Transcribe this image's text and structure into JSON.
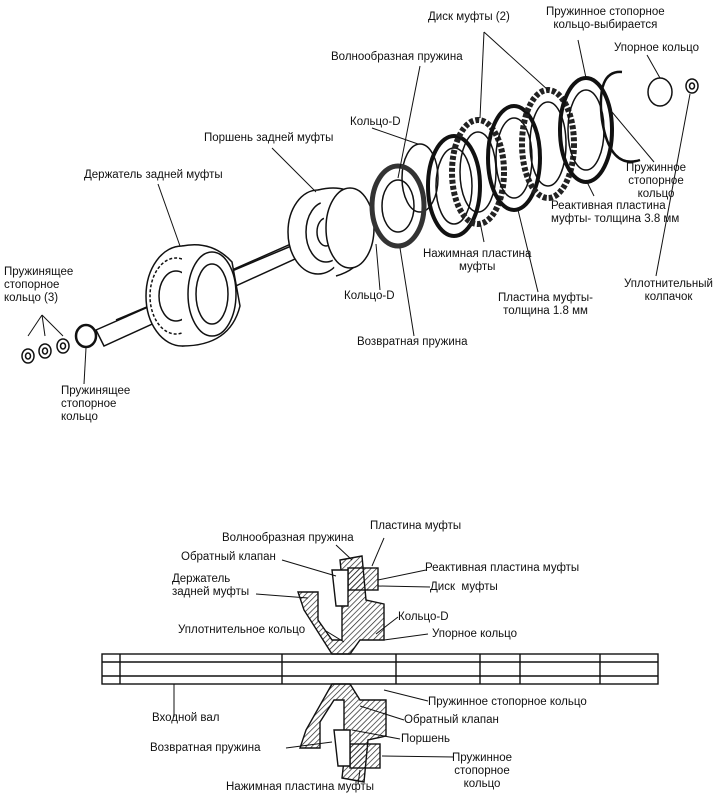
{
  "exploded_view": {
    "labels": {
      "clutch_disc": "Диск муфты (2)",
      "snap_ring_selectable": "Пружинное стопорное\nкольцо-выбирается",
      "wave_spring": "Волнообразная пружина",
      "thrust_ring": "Упорное кольцо",
      "d_ring_top": "Кольцо-D",
      "rear_clutch_piston": "Поршень задней муфты",
      "rear_clutch_retainer": "Держатель задней муфты",
      "snap_ring_right": "Пружинное\nстопорное\nкольцо",
      "reaction_plate": "Реактивная пластина\nмуфты- толщина 3.8 мм",
      "pressure_plate": "Нажимная пластина\nмуфты",
      "seal_cap": "Уплотнительный\nколпачок",
      "snap_rings_3": "Пружинящее\nстопорное\nкольцо (3)",
      "d_ring_bottom": "Кольцо-D",
      "clutch_plate_thickness": "Пластина муфты-\nтолщина 1.8 мм",
      "return_spring": "Возвратная пружина",
      "snap_ring_left": "Пружинящее\nстопорное\nкольцо"
    }
  },
  "section_view": {
    "labels": {
      "wave_spring": "Волнообразная пружина",
      "clutch_plate": "Пластина муфты",
      "check_valve_top": "Обратный клапан",
      "reaction_plate": "Реактивная пластина муфты",
      "rear_clutch_retainer": "Держатель\nзадней муфты",
      "clutch_disc": "Диск  муфты",
      "d_ring": "Кольцо-D",
      "seal_ring": "Уплотнительное кольцо",
      "thrust_ring": "Упорное кольцо",
      "snap_ring_mid": "Пружинное стопорное кольцо",
      "input_shaft": "Входной вал",
      "check_valve_bottom": "Обратный клапан",
      "piston": "Поршень",
      "return_spring": "Возвратная пружина",
      "snap_ring_bottom": "Пружинное\nстопорное\nкольцо",
      "pressure_plate": "Нажимная пластина муфты"
    }
  }
}
